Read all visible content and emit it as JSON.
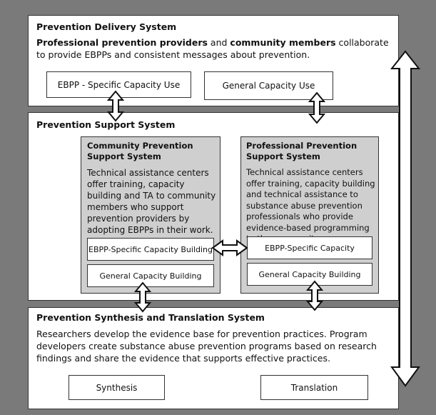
{
  "delivery": {
    "title": "Prevention Delivery System",
    "desc_bold1": "Professional prevention providers",
    "desc_mid": " and ",
    "desc_bold2": "community members",
    "desc_rest": " collaborate to provide EBPPs and consistent messages about prevention.",
    "box_specific": "EBPP - Specific Capacity Use",
    "box_general": "General Capacity Use"
  },
  "support": {
    "title": "Prevention Support System",
    "community": {
      "title": "Community Prevention Support System",
      "text": "Technical assistance centers offer training, capacity building and TA to community members who support prevention providers by adopting EBPPs in their work.",
      "box_specific": "EBPP-Specific Capacity Building",
      "box_general": "General Capacity Building"
    },
    "professional": {
      "title": "Professional Prevention Support System",
      "text": "Technical assistance centers offer training, capacity building and technical assistance to substance abuse prevention professionals who provide evidence-based programming to the community.",
      "box_specific": "EBPP-Specific Capacity",
      "box_general": "General Capacity Building"
    }
  },
  "synthesis": {
    "title": "Prevention Synthesis and Translation System",
    "text": "Researchers develop the evidence base for prevention practices. Program developers create substance abuse prevention programs based on research findings and share the evidence that supports effective practices.",
    "box_synthesis": "Synthesis",
    "box_translation": "Translation"
  }
}
